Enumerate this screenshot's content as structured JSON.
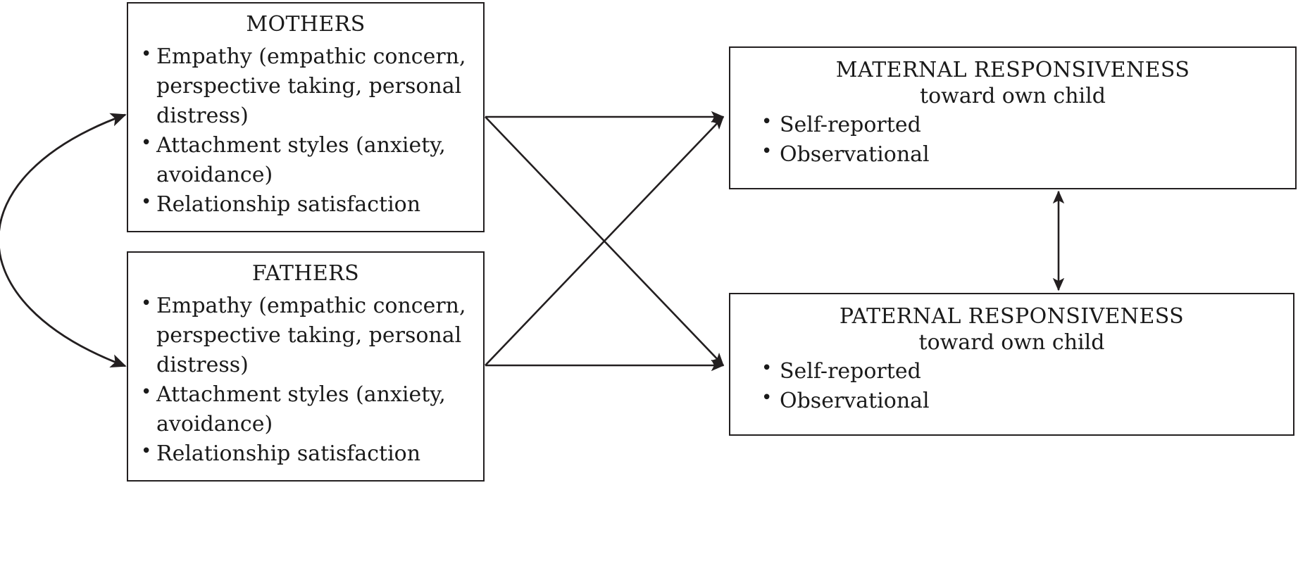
{
  "diagram": {
    "type": "conceptual-path-model",
    "nodes": {
      "mothers": {
        "title": "MOTHERS",
        "bullets": [
          "Empathy (empathic concern, perspective taking, personal distress)",
          "Attachment styles (anxiety, avoidance)",
          "Relationship satisfaction"
        ]
      },
      "fathers": {
        "title": "FATHERS",
        "bullets": [
          "Empathy (empathic concern, perspective taking, personal distress)",
          "Attachment styles (anxiety, avoidance)",
          "Relationship satisfaction"
        ]
      },
      "maternal_responsiveness": {
        "title": "MATERNAL RESPONSIVENESS",
        "subtitle": "toward own child",
        "bullets": [
          "Self-reported",
          "Observational"
        ]
      },
      "paternal_responsiveness": {
        "title": "PATERNAL RESPONSIVENESS",
        "subtitle": "toward own child",
        "bullets": [
          "Self-reported",
          "Observational"
        ]
      }
    },
    "edges": [
      {
        "id": "mothers-to-maternal",
        "from": "mothers",
        "to": "maternal_responsiveness",
        "style": "straight",
        "heads": "single"
      },
      {
        "id": "mothers-to-paternal",
        "from": "mothers",
        "to": "paternal_responsiveness",
        "style": "straight",
        "heads": "single"
      },
      {
        "id": "fathers-to-maternal",
        "from": "fathers",
        "to": "maternal_responsiveness",
        "style": "straight",
        "heads": "single"
      },
      {
        "id": "fathers-to-paternal",
        "from": "fathers",
        "to": "paternal_responsiveness",
        "style": "straight",
        "heads": "single"
      },
      {
        "id": "mothers-fathers-correlation",
        "from": "mothers",
        "to": "fathers",
        "style": "curved",
        "heads": "double"
      },
      {
        "id": "maternal-paternal-correlation",
        "from": "maternal_responsiveness",
        "to": "paternal_responsiveness",
        "style": "straight-vertical",
        "heads": "double"
      }
    ],
    "colors": {
      "stroke": "#231f20",
      "background": "#ffffff",
      "text": "#1a1a1a"
    }
  }
}
